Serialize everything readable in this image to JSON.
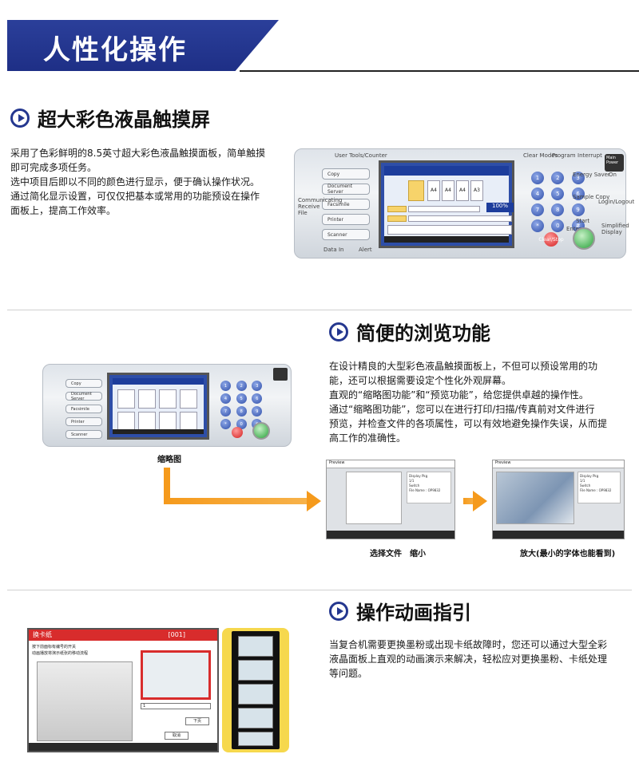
{
  "banner": {
    "title": "人性化操作"
  },
  "sections": [
    {
      "title": "超大彩色液晶触摸屏",
      "lines": [
        "采用了色彩鲜明的8.5英寸超大彩色液晶触摸面板，简单触摸",
        "即可完成多项任务。",
        "选中项目后即以不同的颜色进行显示，便于确认操作状况。",
        "通过简化显示设置，可仅仅把基本或常用的功能预设在操作",
        "面板上，提高工作效率。"
      ]
    },
    {
      "title": "简便的浏览功能",
      "lines": [
        "在设计精良的大型彩色液晶触摸面板上，不但可以预设常用的功",
        "能，还可以根据需要设定个性化外观屏幕。",
        "直观的“缩略图功能”和“预览功能”，给您提供卓越的操作性。",
        "通过“缩略图功能”，您可以在进行打印/扫描/传真前对文件进行",
        "预览，并检查文件的各项属性，可以有效地避免操作失误，从而提",
        "高工作的准确性。"
      ],
      "captions": {
        "thumbnail": "缩略图",
        "select_shrink": "选择文件　缩小",
        "zoom": "放大(最小的字体也能看到)"
      }
    },
    {
      "title": "操作动画指引",
      "lines": [
        "当复合机需要更换墨粉或出现卡纸故障时，您还可以通过大型全彩",
        "液晶面板上直观的动画演示来解决，轻松应对更换墨粉、卡纸处理",
        "等问题。"
      ]
    }
  ],
  "device": {
    "buttons": [
      "Copy",
      "Document Server",
      "Facsimile",
      "Printer",
      "Scanner"
    ],
    "labels": {
      "user_tools": "User Tools/Counter",
      "clear_modes": "Clear Modes",
      "program": "Program",
      "interrupt": "Interrupt",
      "main_power": "Main Power",
      "energy_saver": "Energy Saver",
      "sample_copy": "Sample Copy",
      "login_logout": "Login/Logout",
      "start": "Start",
      "simplified_display": "Simplified Display",
      "clear_stop": "Clear/Stop",
      "enter": "Enter",
      "data_in": "Data In",
      "alert": "Alert",
      "communicating": "Communicating",
      "receive_file": "Receive File",
      "on": "On",
      "zoom_pct": "100%",
      "paper": [
        "A4",
        "A4",
        "A4",
        "A3"
      ]
    },
    "keys": [
      "1",
      "2",
      "3",
      "4",
      "5",
      "6",
      "7",
      "8",
      "9",
      "*",
      "0",
      "#"
    ]
  },
  "preview": {
    "title": "Preview",
    "side_lines": [
      "Display Pkg",
      "1/1",
      "Switch",
      "File Name : OP9832"
    ]
  },
  "animation": {
    "header": "换卡纸",
    "number": "[001]",
    "instructions": [
      "按下前面标有编号的开关",
      "动画播放将演示纸张的移动流程"
    ],
    "step_label": "1",
    "button_label": "下页",
    "back_label": "取消"
  },
  "colors": {
    "banner": "#24378f",
    "arrow": "#f59a1c",
    "anim_header": "#d82c2c",
    "film_frame": "#f6d84d"
  }
}
